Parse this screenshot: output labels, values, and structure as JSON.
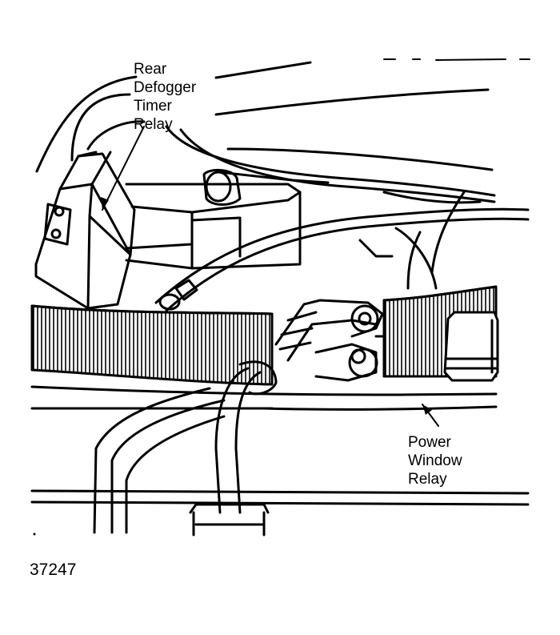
{
  "diagram": {
    "labels": {
      "rear_defogger_timer_relay": [
        "Rear",
        "Defogger",
        "Timer",
        "Relay"
      ],
      "power_window_relay": [
        "Power",
        "Window",
        "Relay"
      ]
    },
    "figure_number": "37247",
    "colors": {
      "ink": "#000000",
      "paper": "#ffffff"
    }
  }
}
